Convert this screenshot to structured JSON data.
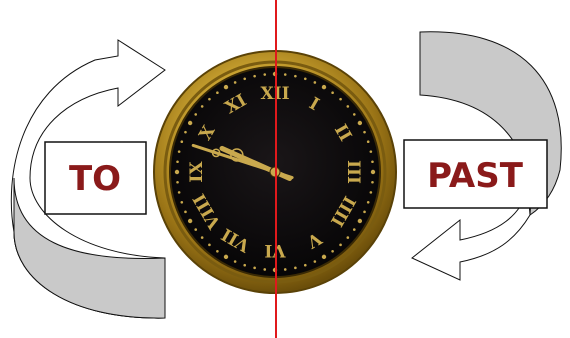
{
  "labels": {
    "left": "TO",
    "right": "PAST"
  },
  "clock": {
    "numerals": [
      "XII",
      "I",
      "II",
      "III",
      "IIII",
      "V",
      "VI",
      "VII",
      "VIII",
      "IX",
      "X",
      "XI"
    ],
    "time_shown": {
      "hour": 9,
      "minute": 48
    }
  },
  "colors": {
    "label_text": "#8a1a1a",
    "divider_line": "#e0191c",
    "arrow_shade": "#c9c9c9",
    "arrow_outline": "#111111",
    "bezel_gold": "#c9a227",
    "dial": "#0b0b0b",
    "numerals_gold": "#c9a94e"
  },
  "icons": {
    "left_arrow": "curved-arrow-icon",
    "right_arrow": "curved-arrow-icon",
    "clock": "clock-icon"
  }
}
